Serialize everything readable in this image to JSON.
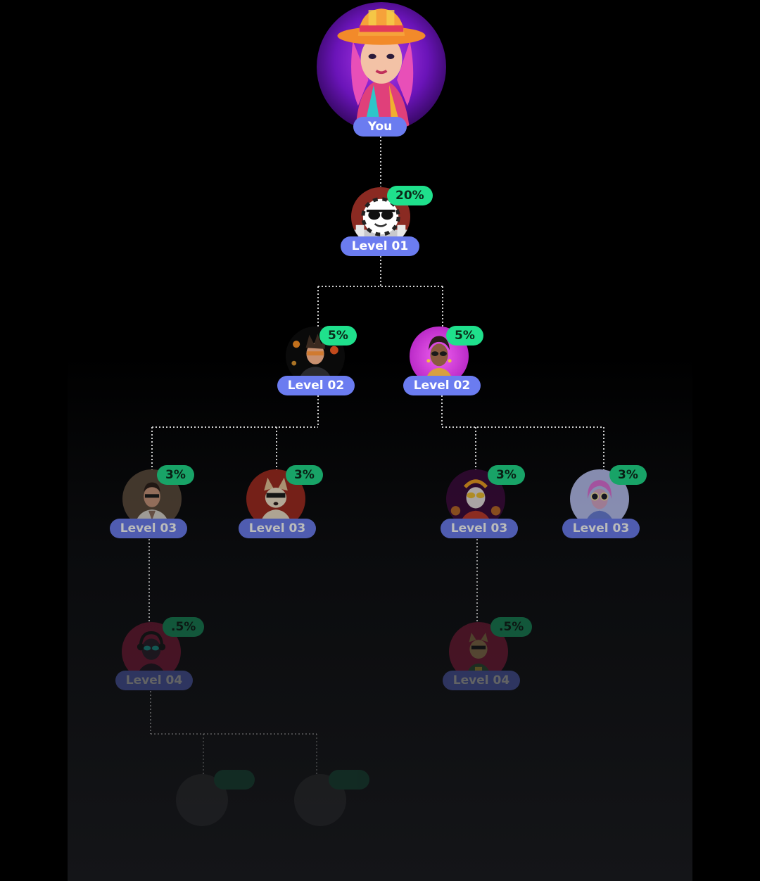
{
  "tree": {
    "root": {
      "label": "You"
    },
    "level1": {
      "label": "Level 01",
      "percent": "20%"
    },
    "level2": [
      {
        "label": "Level 02",
        "percent": "5%"
      },
      {
        "label": "Level 02",
        "percent": "5%"
      }
    ],
    "level3": [
      {
        "label": "Level 03",
        "percent": "3%"
      },
      {
        "label": "Level 03",
        "percent": "3%"
      },
      {
        "label": "Level 03",
        "percent": "3%"
      },
      {
        "label": "Level 03",
        "percent": "3%"
      }
    ],
    "level4": [
      {
        "label": "Level 04",
        "percent": ".5%"
      },
      {
        "label": "Level 04",
        "percent": ".5%"
      }
    ]
  },
  "colors": {
    "label_pill": "#6b7cf0",
    "percent_badge": "#1fe08c",
    "connector": "#cfcfcf",
    "background": "#000000"
  }
}
